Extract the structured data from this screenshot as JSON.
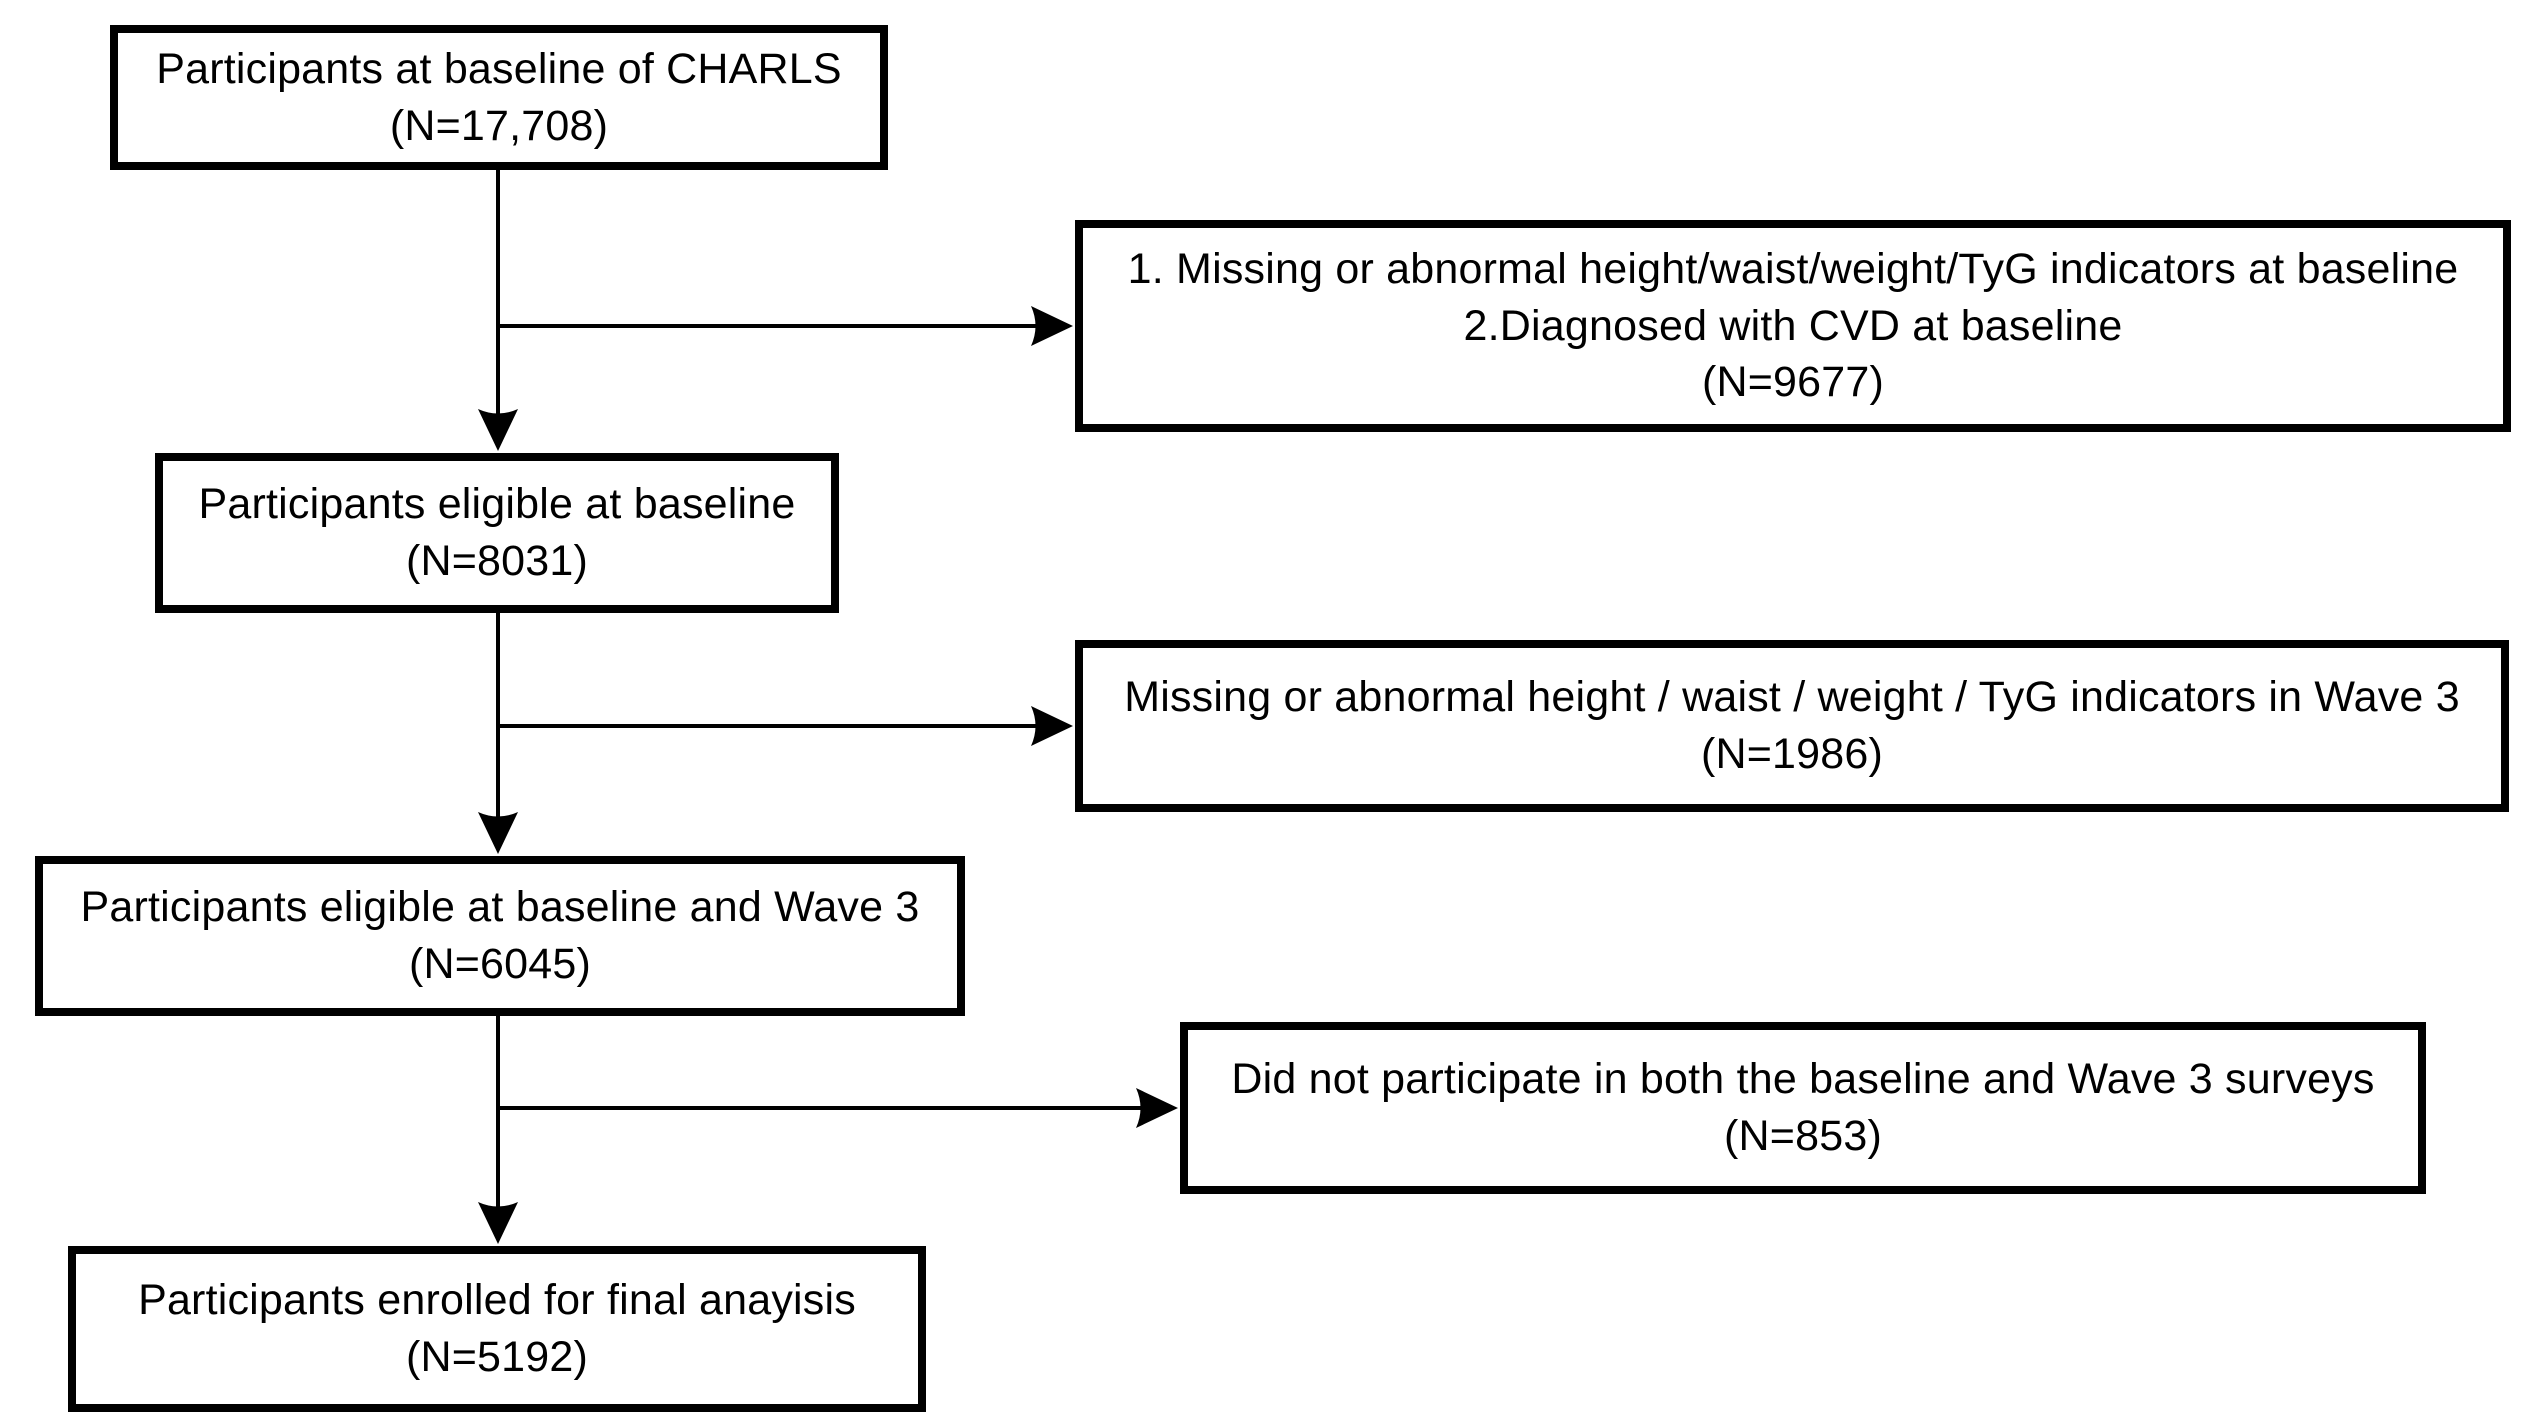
{
  "flowchart": {
    "description": "Participant selection flow diagram",
    "colors": {
      "ink": "#000000",
      "paper": "#ffffff"
    },
    "nodes": {
      "charls": {
        "label": "Participants at baseline of CHARLS",
        "n": "(N=17,708)"
      },
      "excluded_baseline": {
        "item1": "1. Missing or abnormal height/waist/weight/TyG indicators at baseline",
        "item2": "2.Diagnosed with CVD at baseline",
        "n": "(N=9677)"
      },
      "eligible_baseline": {
        "label": "Participants eligible at baseline",
        "n": "(N=8031)"
      },
      "excluded_wave3": {
        "label": "Missing or abnormal height / waist / weight / TyG indicators in Wave 3",
        "n": "(N=1986)"
      },
      "eligible_baseline_wave3": {
        "label": "Participants  eligible at baseline and Wave 3",
        "n": "(N=6045)"
      },
      "excluded_nonparticipation": {
        "label": "Did not participate in both the baseline and Wave 3 surveys",
        "n": "(N=853)"
      },
      "final_analysis": {
        "label": "Participants enrolled for final anayisis",
        "n": "(N=5192)"
      }
    }
  }
}
